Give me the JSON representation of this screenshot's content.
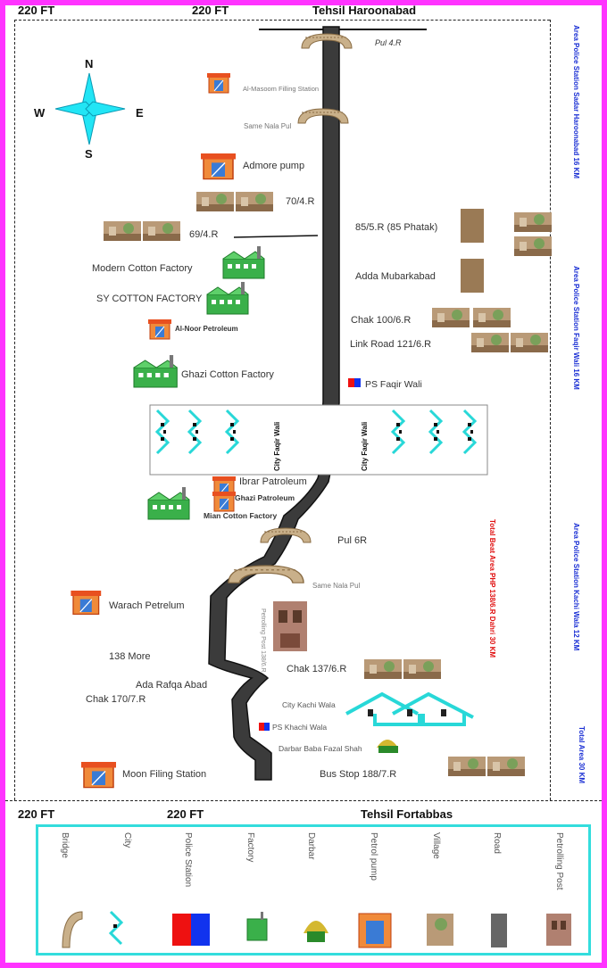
{
  "header": {
    "left_road_width": "220 FT",
    "mid_road_width": "220 FT",
    "top_tehsil": "Tehsil Haroonabad",
    "bottom_left_road_width": "220 FT",
    "bottom_mid_road_width": "220 FT",
    "bottom_tehsil": "Tehsil Fortabbas"
  },
  "compass": {
    "north": "N",
    "south": "S",
    "east": "E",
    "west": "W"
  },
  "side_labels": {
    "sadar": "Area Police Station Sadar Haroonabad 16 KM",
    "faqir": "Area Police Station Faqir Wali  16 KM",
    "kachi": "Area Police Station Kachi Wala  12  KM",
    "total": "Total Area 30 KM",
    "beat": "Total Beat Area PHP 138/6.R Dahri 30 KM"
  },
  "places": {
    "pul4r": "Pul 4.R",
    "al_masoom": "Al-Masoom Filling Station",
    "same_nala_top": "Same Nala Pul",
    "admore": "Admore pump",
    "r70": "70/4.R",
    "r69": "69/4.R",
    "r85": "85/5.R (85 Phatak)",
    "modern_cotton": "Modern Cotton Factory",
    "adda_mubarak": "Adda Mubarkabad",
    "sy_cotton": "SY COTTON FACTORY",
    "chak100": "Chak 100/6.R",
    "al_noor": "Al-Noor Petroleum",
    "link121": "Link Road 121/6.R",
    "ghazi_cotton": "Ghazi Cotton Factory",
    "ps_faqir": "PS Faqir Wali",
    "city_faqir": "City Faqir Wali",
    "ibrar": "Ibrar Patroleum",
    "ghazi_pat": "Ghazi Patroleum",
    "mian_cotton": "Mian Cotton Factory",
    "pul6r": "Pul 6R",
    "same_nala_bottom": "Same Nala Pul",
    "warach": "Warach Petrelum",
    "petrolling_post": "Petrolling Post 138/6.R",
    "more138": "138 More",
    "chak137": "Chak 137/6.R",
    "rafqa": "Ada Rafqa Abad",
    "chak170": "Chak 170/7.R",
    "city_kachi": "City Kachi Wala",
    "ps_khachi": "PS Khachi Wala",
    "darbar": "Darbar Baba Fazal Shah",
    "moon": "Moon Filing Station",
    "bus188": "Bus Stop 188/7.R"
  },
  "legend": [
    "Bridge",
    "City",
    "Police Station",
    "Factory",
    "Darbar",
    "Petrol pump",
    "Village",
    "Road",
    "Petrolling Post"
  ],
  "colors": {
    "border": "#ff33ff",
    "legend_border": "#33dddd",
    "road": "#3b3b3b",
    "compass": "#22e5f5",
    "side_text": "#1a2fd4",
    "beat_text": "#e01010"
  }
}
